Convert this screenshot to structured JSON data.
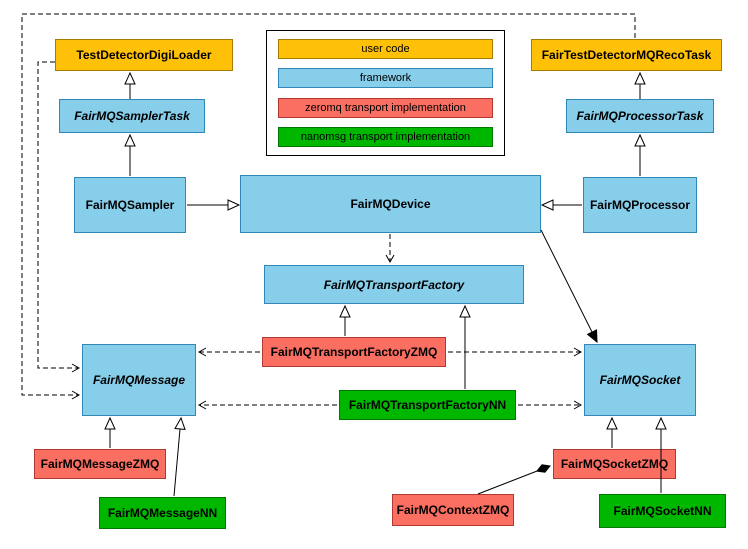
{
  "legend": {
    "items": [
      {
        "label": "user code",
        "color": "#ffc107"
      },
      {
        "label": "framework",
        "color": "#87ceeb"
      },
      {
        "label": "zeromq transport implementation",
        "color": "#fb6e62"
      },
      {
        "label": "nanomsg transport implementation",
        "color": "#00b700"
      }
    ]
  },
  "nodes": {
    "test_detector_digi_loader": "TestDetectorDigiLoader",
    "fair_test_detector_mq_reco_task": "FairTestDetectorMQRecoTask",
    "fairmq_sampler_task": "FairMQSamplerTask",
    "fairmq_processor_task": "FairMQProcessorTask",
    "fairmq_sampler": "FairMQSampler",
    "fairmq_device": "FairMQDevice",
    "fairmq_processor": "FairMQProcessor",
    "fairmq_transport_factory": "FairMQTransportFactory",
    "fairmq_transport_factory_zmq": "FairMQTransportFactoryZMQ",
    "fairmq_transport_factory_nn": "FairMQTransportFactoryNN",
    "fairmq_message": "FairMQMessage",
    "fairmq_socket": "FairMQSocket",
    "fairmq_message_zmq": "FairMQMessageZMQ",
    "fairmq_message_nn": "FairMQMessageNN",
    "fairmq_socket_zmq": "FairMQSocketZMQ",
    "fairmq_socket_nn": "FairMQSocketNN",
    "fairmq_context_zmq": "FairMQContextZMQ"
  },
  "edges": [
    {
      "from": "FairMQSamplerTask",
      "to": "TestDetectorDigiLoader",
      "style": "solid",
      "head": "open-triangle"
    },
    {
      "from": "FairMQSampler",
      "to": "FairMQSamplerTask",
      "style": "solid",
      "head": "open-triangle"
    },
    {
      "from": "FairMQProcessorTask",
      "to": "FairTestDetectorMQRecoTask",
      "style": "solid",
      "head": "open-triangle"
    },
    {
      "from": "FairMQProcessor",
      "to": "FairMQProcessorTask",
      "style": "solid",
      "head": "open-triangle"
    },
    {
      "from": "FairMQSampler",
      "to": "FairMQDevice",
      "style": "solid",
      "head": "open-triangle"
    },
    {
      "from": "FairMQProcessor",
      "to": "FairMQDevice",
      "style": "solid",
      "head": "open-triangle"
    },
    {
      "from": "FairMQDevice",
      "to": "FairMQTransportFactory",
      "style": "dashed",
      "head": "open-arrow"
    },
    {
      "from": "FairMQTransportFactoryZMQ",
      "to": "FairMQTransportFactory",
      "style": "solid",
      "head": "open-triangle"
    },
    {
      "from": "FairMQTransportFactoryNN",
      "to": "FairMQTransportFactory",
      "style": "solid",
      "head": "open-triangle"
    },
    {
      "from": "FairMQTransportFactoryZMQ",
      "to": "FairMQMessage",
      "style": "dashed",
      "head": "open-arrow"
    },
    {
      "from": "FairMQTransportFactoryZMQ",
      "to": "FairMQSocket",
      "style": "dashed",
      "head": "open-arrow"
    },
    {
      "from": "FairMQTransportFactoryNN",
      "to": "FairMQMessage",
      "style": "dashed",
      "head": "open-arrow"
    },
    {
      "from": "FairMQTransportFactoryNN",
      "to": "FairMQSocket",
      "style": "dashed",
      "head": "open-arrow"
    },
    {
      "from": "FairMQDevice",
      "to": "FairMQSocket",
      "style": "solid",
      "head": "filled-triangle"
    },
    {
      "from": "TestDetectorDigiLoader",
      "to": "FairMQMessage",
      "style": "dashed",
      "head": "open-arrow"
    },
    {
      "from": "FairTestDetectorMQRecoTask",
      "to": "FairMQMessage",
      "style": "dashed",
      "head": "open-arrow"
    },
    {
      "from": "FairMQMessageZMQ",
      "to": "FairMQMessage",
      "style": "solid",
      "head": "open-triangle"
    },
    {
      "from": "FairMQMessageNN",
      "to": "FairMQMessage",
      "style": "solid",
      "head": "open-triangle"
    },
    {
      "from": "FairMQSocketZMQ",
      "to": "FairMQSocket",
      "style": "solid",
      "head": "open-triangle"
    },
    {
      "from": "FairMQSocketNN",
      "to": "FairMQSocket",
      "style": "solid",
      "head": "open-triangle"
    },
    {
      "from": "FairMQContextZMQ",
      "to": "FairMQSocketZMQ",
      "style": "solid",
      "head": "filled-diamond"
    }
  ]
}
